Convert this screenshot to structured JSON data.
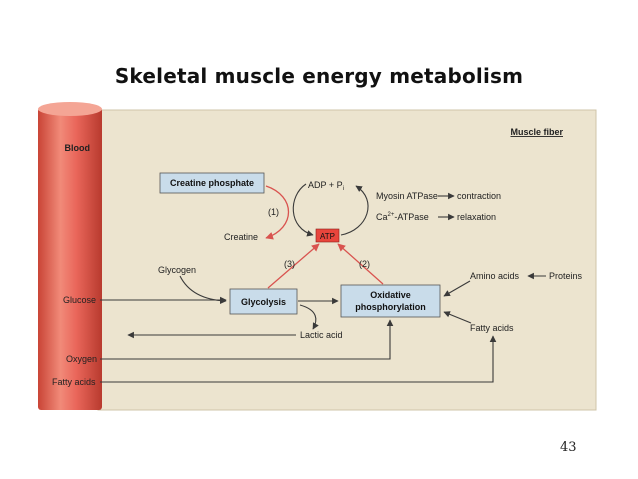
{
  "slide": {
    "title": "Skeletal muscle energy metabolism",
    "page_number": "43"
  },
  "diagram": {
    "blood_label": "Blood",
    "muscle_fiber_label": "Muscle fiber",
    "creatine_phosphate": "Creatine phosphate",
    "creatine": "Creatine",
    "adp_pi": "ADP + P",
    "adp_pi_subscript": "i",
    "atp": "ATP",
    "myosin_atpase": "Myosin ATPase",
    "contraction": "contraction",
    "ca_atpase_prefix": "Ca",
    "ca_atpase_superscript": "2+",
    "ca_atpase_suffix": "-ATPase",
    "relaxation": "relaxation",
    "step_1": "(1)",
    "step_2": "(2)",
    "step_3": "(3)",
    "glycogen": "Glycogen",
    "glycolysis": "Glycolysis",
    "oxidative_phosphorylation_line1": "Oxidative",
    "oxidative_phosphorylation_line2": "phosphorylation",
    "amino_acids": "Amino acids",
    "proteins": "Proteins",
    "fatty_acids_muscle": "Fatty acids",
    "lactic_acid": "Lactic acid",
    "glucose": "Glucose",
    "oxygen": "Oxygen",
    "fatty_acids_blood": "Fatty acids"
  },
  "colors": {
    "blood_vessel": "#e8695a",
    "muscle_fiber_bg": "#ece4cf",
    "process_box": "#c9dcea",
    "atp_box": "#e8453c",
    "red_arrow": "#d9534f",
    "dark_arrow": "#3a3a3a"
  }
}
